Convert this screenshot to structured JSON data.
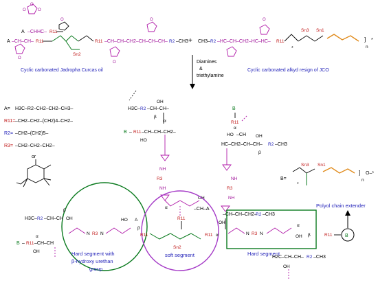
{
  "reactants": {
    "oil_caption": "Cyclic carbonated Jadropha Curcas oil",
    "alkyd_caption": "Cyclic carbonated alkyd resign of JCO",
    "plus": "+"
  },
  "reaction": {
    "reagent_line1": "Diamines",
    "reagent_line2": "&",
    "reagent_line3": "triethylamine"
  },
  "key": {
    "A_label": "A=",
    "A_formula": "H3C–R2–CH2–CH2–CH3–",
    "R11_label": "R11=",
    "R11_formula": "–CH2–CH2–(CH2)4–CH2–",
    "R2_label": "R2=",
    "R2_formula": "–CH2–(CH2)5–",
    "R3_label": "R3=",
    "R3_formula": "–CH2–CH2–CH2–",
    "or": "or",
    "B_label": "B="
  },
  "segments": {
    "hard_hydroxy_line1": "Hard segment with",
    "hard_hydroxy_line2": "β-hydroxy urethan",
    "hard_hydroxy_line3": "group",
    "soft": "soft segment",
    "hard": "Hard segment",
    "extender": "Polyol chain extender",
    "extender_symbol": "B"
  },
  "atoms": {
    "A": "A",
    "B": "B",
    "R11": "R11",
    "R2": "R2",
    "R3": "R3",
    "Sn1": "Sn1",
    "Sn2": "Sn2",
    "Sn3": "Sn3",
    "alpha": "α",
    "beta": "β",
    "n": "n",
    "star": "*",
    "O": "O",
    "OH": "OH",
    "HO": "HO",
    "NH": "NH",
    "N": "N",
    "H": "H",
    "CH3": "CH3",
    "H3C": "H3C",
    "CH": "CH",
    "HC": "HC",
    "CH2": "CH2",
    "H2C": "H2C"
  },
  "colors": {
    "caption_blue": "#1f1fb8",
    "carbonate_magenta": "#a0139a",
    "label_red": "#c01818",
    "segment_green": "#0a7a1e",
    "segment_purple": "#a53bc7",
    "anhydride_orange": "#e08a1a"
  }
}
